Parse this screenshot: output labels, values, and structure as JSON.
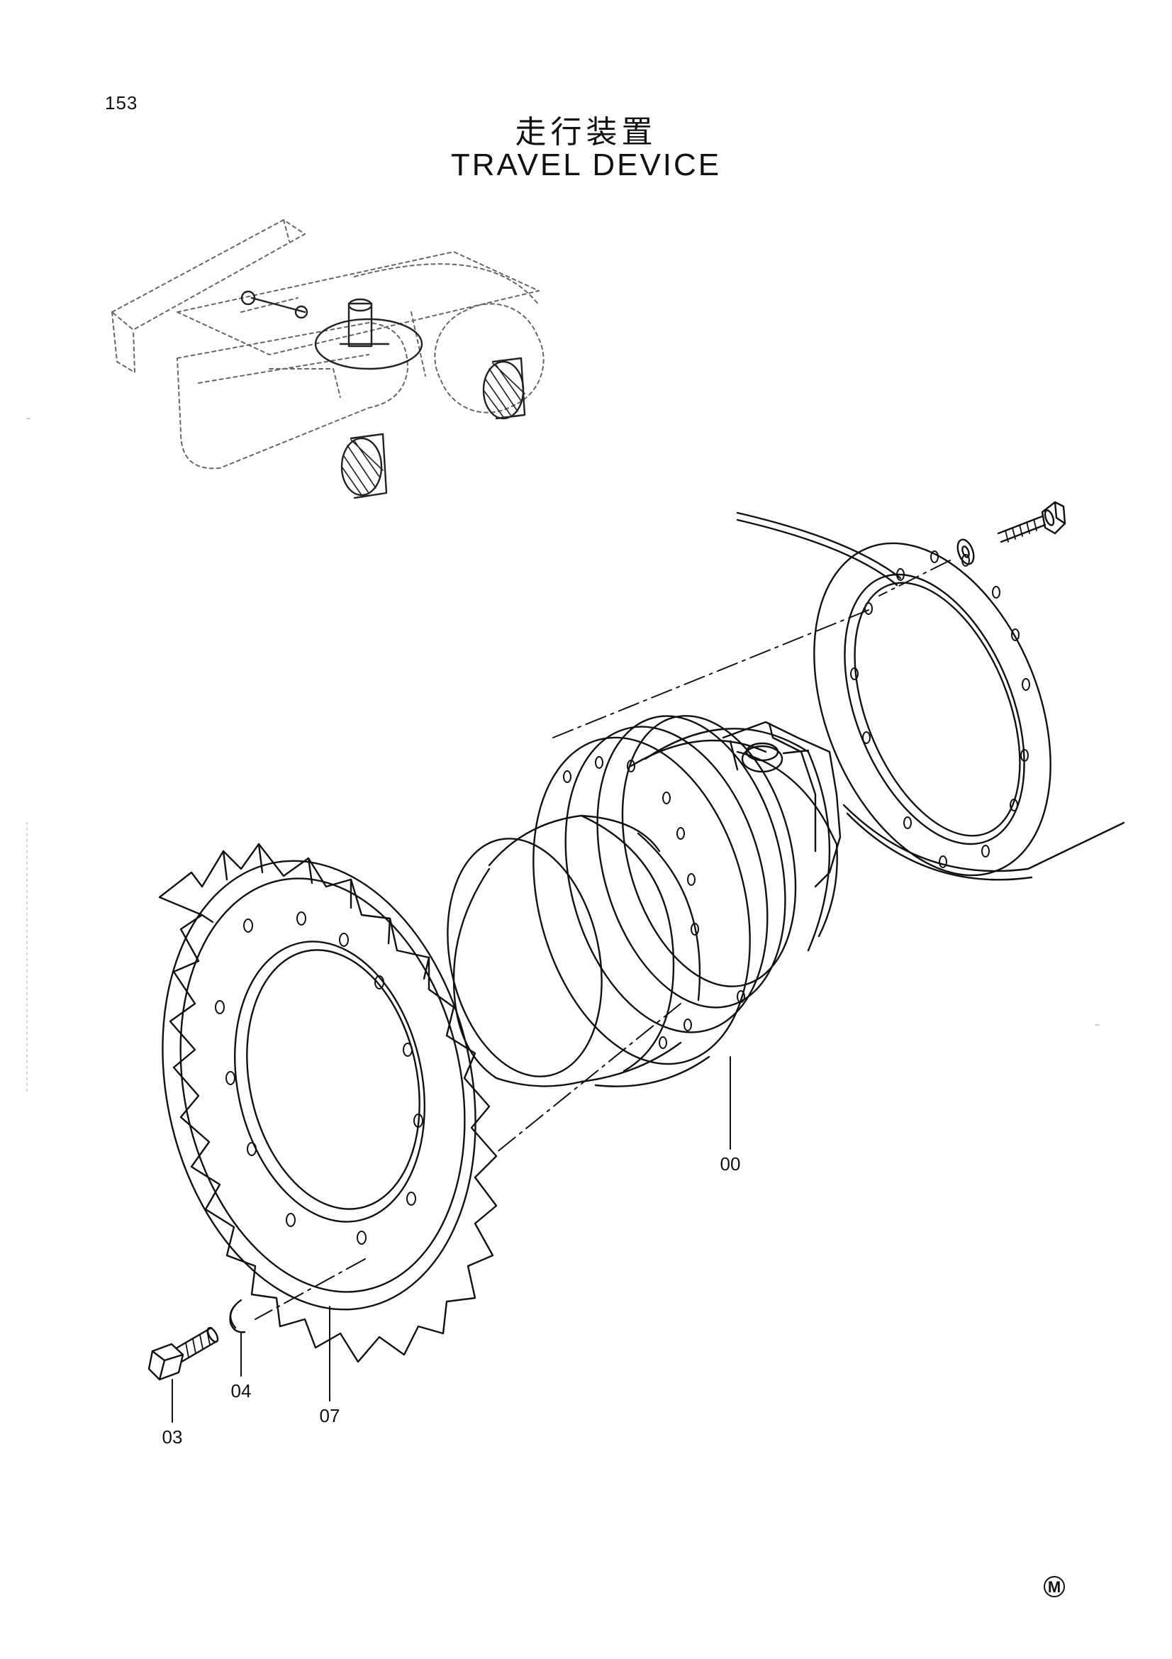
{
  "page_number": "153",
  "title_jp": "走行装置",
  "title_en": "TRAVEL DEVICE",
  "callouts": [
    {
      "id": "00",
      "label": "00"
    },
    {
      "id": "03",
      "label": "03"
    },
    {
      "id": "04",
      "label": "04"
    },
    {
      "id": "07",
      "label": "07"
    }
  ],
  "corner_mark": "M"
}
